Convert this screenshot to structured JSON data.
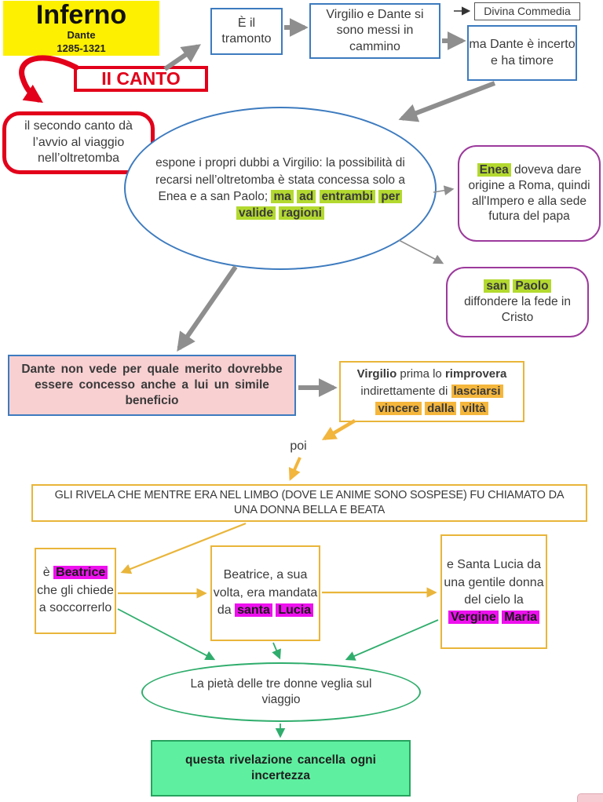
{
  "palette": {
    "yellow_fill": "#fdf000",
    "red": "#e2001a",
    "blue_border": "#3d7bbf",
    "purple_border": "#9c3a9c",
    "orange_border": "#e9b53a",
    "yellow_arrow": "#f2b53d",
    "green": "#2fad6c",
    "green_fill": "#5ef0a0",
    "pink_fill": "#f8d0d2",
    "gray_arrow": "#8e8e8e",
    "highlight_green": "#b3d92f",
    "highlight_orange": "#f5b63c",
    "highlight_magenta": "#ee10ee"
  },
  "nodes": {
    "title": {
      "line1": "Inferno",
      "line2": "Dante",
      "line3": "1285-1321"
    },
    "canto": {
      "text": "II CANTO"
    },
    "secondo_canto": {
      "text": "il secondo canto dà l’avvio al viaggio nell’oltretomba"
    },
    "tramonto": {
      "text": "È il tramonto"
    },
    "cammino": {
      "text": "Virgilio e Dante si sono messi in cammino"
    },
    "divina": {
      "text": "Divina Commedia"
    },
    "incerto": {
      "text": "ma Dante è incerto e ha timore"
    },
    "dubbi": {
      "segments": [
        {
          "text": "espone i propri dubbi a Virgilio: la possibilità di recarsi nell’oltretomba è stata concessa solo a Enea e a san Paolo; "
        },
        {
          "text": "ma ad entrambi per valide ragioni",
          "hl": "green",
          "bold": true
        }
      ]
    },
    "enea": {
      "segments": [
        {
          "text": "Enea",
          "hl": "green",
          "bold": true
        },
        {
          "text": " doveva dare origine a Roma, quindi all'Impero e alla sede futura del papa"
        }
      ]
    },
    "san_paolo": {
      "segments": [
        {
          "text": "san Paolo",
          "hl": "green",
          "bold": true
        },
        {
          "br": true
        },
        {
          "text": "diffondere la fede in Cristo"
        }
      ]
    },
    "merito": {
      "text": "Dante non vede per quale merito dovrebbe essere concesso anche a lui un simile beneficio"
    },
    "rimprovera": {
      "segments": [
        {
          "text": "Virgilio",
          "bold": true
        },
        {
          "text": " prima lo "
        },
        {
          "text": "rimprovera",
          "bold": true
        },
        {
          "text": " indirettamente di "
        },
        {
          "text": "lasciarsi vincere dalla viltà",
          "hl": "orange",
          "bold": true
        }
      ]
    },
    "poi": {
      "text": "poi"
    },
    "limbo": {
      "text": "GLI RIVELA CHE MENTRE ERA NEL LIMBO (DOVE LE ANIME SONO SOSPESE) FU CHIAMATO DA UNA DONNA BELLA E BEATA"
    },
    "beatrice": {
      "segments": [
        {
          "text": "è "
        },
        {
          "text": "Beatrice",
          "hl": "magenta",
          "bold": true
        },
        {
          "text": " che gli chiede a soccorrerlo"
        }
      ]
    },
    "santa_lucia": {
      "segments": [
        {
          "text": "Beatrice, a sua volta, era mandata da "
        },
        {
          "text": "santa Lucia",
          "hl": "magenta",
          "bold": true
        }
      ]
    },
    "vergine": {
      "segments": [
        {
          "text": "e Santa Lucia da una gentile donna del cielo la "
        },
        {
          "text": "Vergine Maria",
          "hl": "magenta",
          "bold": true
        }
      ]
    },
    "pieta": {
      "text": "La pietà delle tre donne veglia sul viaggio"
    },
    "rivelazione": {
      "text": "questa rivelazione cancella ogni incertezza"
    }
  }
}
